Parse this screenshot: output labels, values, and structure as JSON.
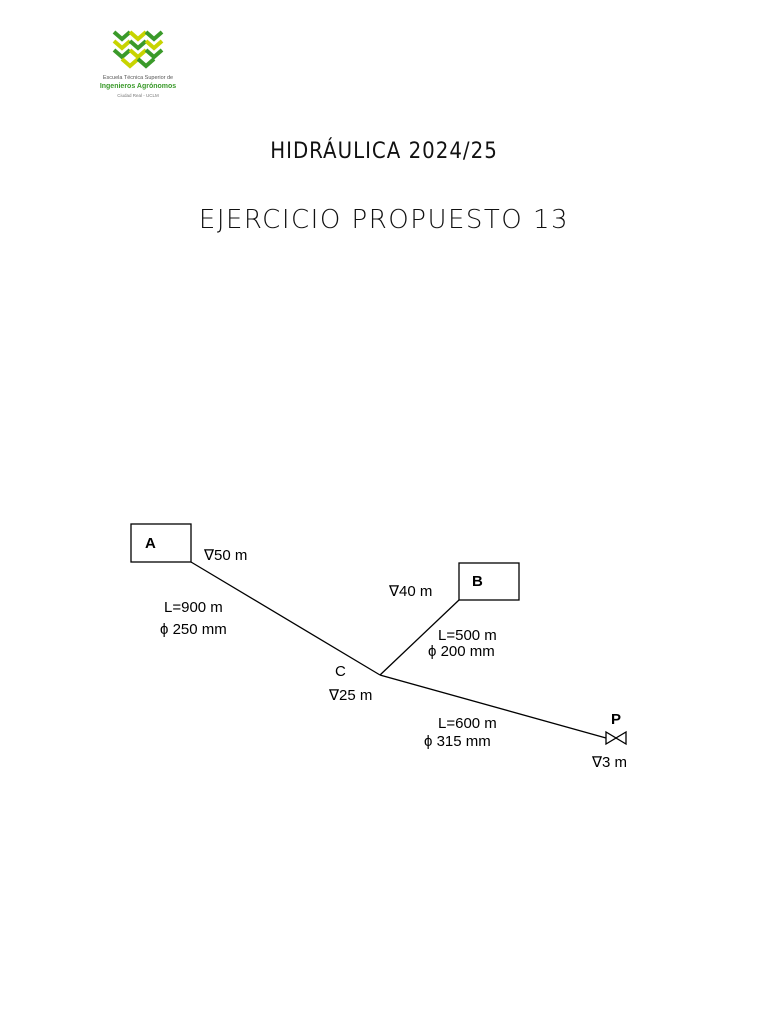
{
  "logo": {
    "line1": "Escuela Técnica Superior de",
    "line2": "Ingenieros Agrónomos",
    "line3": "Ciudad Real - UCLM"
  },
  "header": {
    "course": "HIDRÁULICA 2024/25",
    "exercise": "EJERCICIO PROPUESTO 13"
  },
  "diagram": {
    "reservoir_a": {
      "label": "A",
      "elevation": "∇50 m"
    },
    "reservoir_b": {
      "label": "B",
      "elevation": "∇40 m"
    },
    "junction_c": {
      "label": "C",
      "elevation": "∇25 m"
    },
    "point_p": {
      "label": "P",
      "elevation": "∇3 m"
    },
    "pipe_ac": {
      "length": "L=900 m",
      "diameter": "ϕ 250 mm"
    },
    "pipe_bc": {
      "length": "L=500 m",
      "diameter": "ϕ 200 mm"
    },
    "pipe_cp": {
      "length": "L=600 m",
      "diameter": "ϕ 315 mm"
    }
  },
  "colors": {
    "logo_green": "#3a9a2a",
    "logo_yellow": "#c8d400",
    "line": "#000000"
  }
}
